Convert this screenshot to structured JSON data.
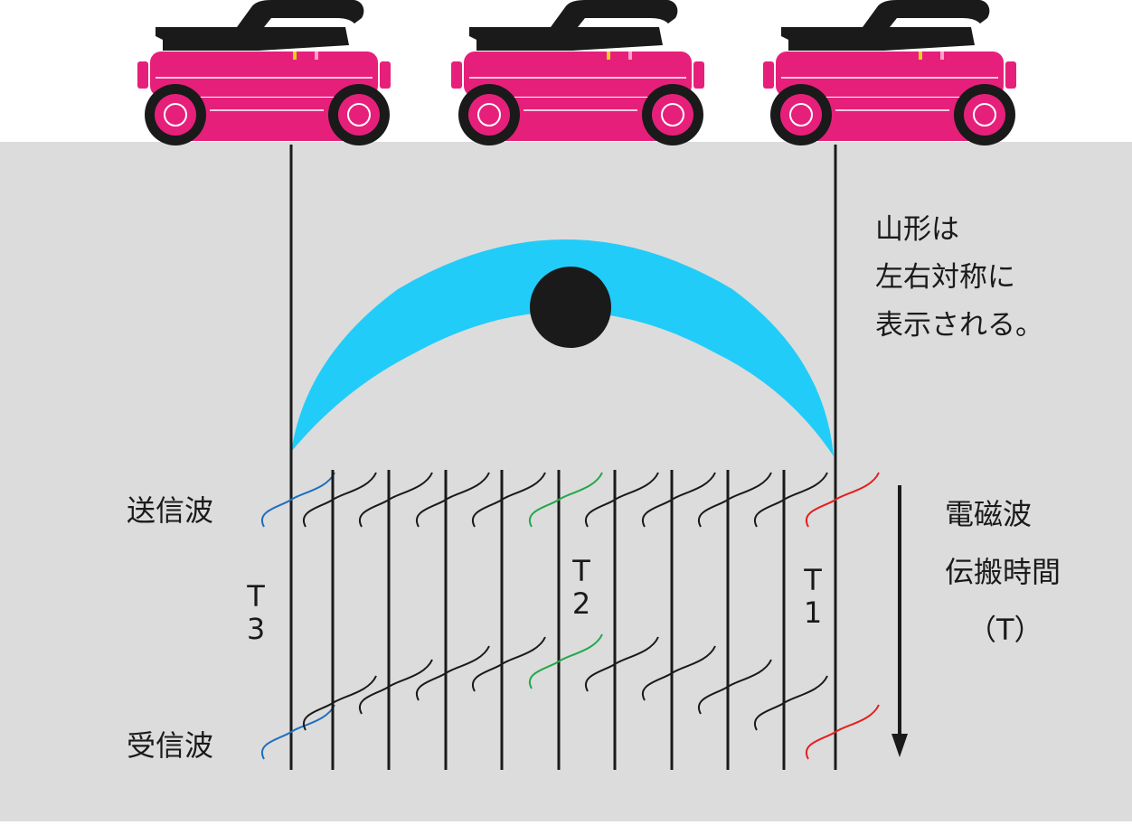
{
  "labels": {
    "note": "山形は\n左右対称に\n表示される。",
    "transmitted_wave": "送信波",
    "received_wave": "受信波",
    "em_line1": "電磁波",
    "em_line2": "伝搬時間",
    "em_line3": "（T）",
    "t1": "T\n1",
    "t2": "T\n2",
    "t3": "T\n3"
  },
  "colors": {
    "ground": "#dcdcdc",
    "cart_body": "#e6207a",
    "cart_handle": "#1a1a1a",
    "hyperbola": "#22ccf8",
    "object": "#1a1a1a",
    "wave": "#1a1a1a",
    "wave_t3": "#1f6fbf",
    "wave_t2": "#21a84a",
    "wave_t1": "#e61e1e"
  },
  "icons": [
    "gpr-cart-icon",
    "buried-object-icon",
    "down-arrow-icon"
  ]
}
